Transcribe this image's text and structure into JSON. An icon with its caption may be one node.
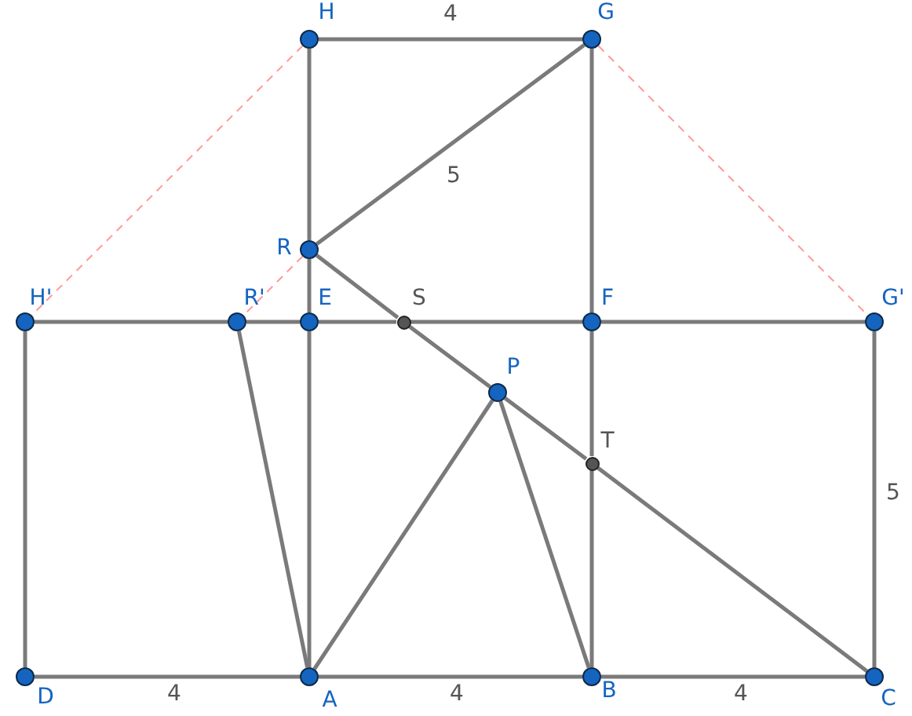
{
  "diagram": {
    "nodes": [
      {
        "text": [],
        "shape": "circle",
        "beside": [
          "H"
        ]
      },
      {
        "text": [],
        "shape": "circle",
        "beside": [
          "G"
        ]
      },
      {
        "text": [],
        "shape": "circle",
        "beside": [
          "R"
        ]
      },
      {
        "text": [],
        "shape": "circle",
        "beside": [
          "H'"
        ]
      },
      {
        "text": [],
        "shape": "circle",
        "beside": [
          "R'"
        ]
      },
      {
        "text": [],
        "shape": "circle",
        "beside": [
          "E"
        ]
      },
      {
        "text": [],
        "shape": "circle",
        "beside": [
          "S"
        ]
      },
      {
        "text": [],
        "shape": "circle",
        "beside": [
          "F"
        ]
      },
      {
        "text": [],
        "shape": "circle",
        "beside": [
          "G'"
        ]
      },
      {
        "text": [],
        "shape": "circle",
        "beside": [
          "P"
        ]
      },
      {
        "text": [],
        "shape": "circle",
        "beside": [
          "T"
        ]
      },
      {
        "text": [],
        "shape": "circle",
        "beside": [
          "D"
        ]
      },
      {
        "text": [],
        "shape": "circle",
        "beside": [
          "A"
        ]
      },
      {
        "text": [],
        "shape": "circle",
        "beside": [
          "B"
        ]
      },
      {
        "text": [],
        "shape": "circle",
        "beside": [
          "C"
        ]
      }
    ],
    "edges": [
      {
        "from": 0,
        "to": 1,
        "arrow": "none",
        "label": "4"
      },
      {
        "from": 0,
        "to": 2,
        "arrow": "none"
      },
      {
        "from": 2,
        "to": 5,
        "arrow": "none"
      },
      {
        "from": 5,
        "to": 12,
        "arrow": "none"
      },
      {
        "from": 1,
        "to": 7,
        "arrow": "none"
      },
      {
        "from": 7,
        "to": 10,
        "arrow": "none"
      },
      {
        "from": 10,
        "to": 13,
        "arrow": "none"
      },
      {
        "from": 1,
        "to": 2,
        "arrow": "none",
        "label": "5"
      },
      {
        "from": 2,
        "to": 6,
        "arrow": "none"
      },
      {
        "from": 6,
        "to": 9,
        "arrow": "none"
      },
      {
        "from": 9,
        "to": 10,
        "arrow": "none"
      },
      {
        "from": 10,
        "to": 14,
        "arrow": "none"
      },
      {
        "from": 3,
        "to": 4,
        "arrow": "none"
      },
      {
        "from": 4,
        "to": 5,
        "arrow": "none"
      },
      {
        "from": 5,
        "to": 6,
        "arrow": "none"
      },
      {
        "from": 6,
        "to": 7,
        "arrow": "none"
      },
      {
        "from": 7,
        "to": 8,
        "arrow": "none"
      },
      {
        "from": 3,
        "to": 11,
        "arrow": "none"
      },
      {
        "from": 8,
        "to": 14,
        "arrow": "none",
        "label": "5"
      },
      {
        "from": 11,
        "to": 12,
        "arrow": "none",
        "label": "4"
      },
      {
        "from": 12,
        "to": 13,
        "arrow": "none",
        "label": "4"
      },
      {
        "from": 13,
        "to": 14,
        "arrow": "none",
        "label": "4"
      },
      {
        "from": 4,
        "to": 12,
        "arrow": "none"
      },
      {
        "from": 12,
        "to": 9,
        "arrow": "none"
      },
      {
        "from": 9,
        "to": 13,
        "arrow": "none"
      },
      {
        "from": 0,
        "to": 3,
        "arrow": "none",
        "style": "dashed",
        "color": "#ff9999"
      },
      {
        "from": 1,
        "to": 8,
        "arrow": "none",
        "style": "dashed",
        "color": "#ff9999"
      },
      {
        "from": 2,
        "to": 4,
        "arrow": "none",
        "style": "dashed",
        "color": "#ff9999"
      }
    ]
  }
}
